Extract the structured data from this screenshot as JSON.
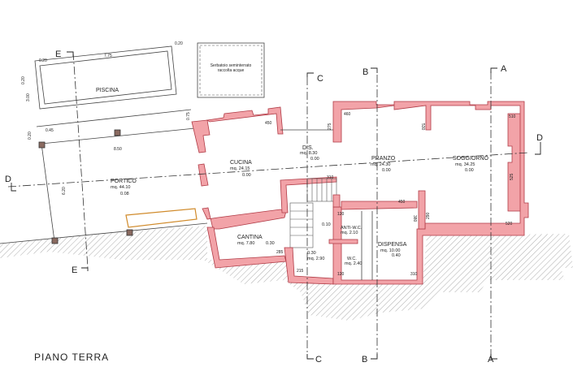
{
  "title": "PIANO TERRA",
  "tank_label": [
    "Serbatoio seminterrato",
    "raccolta acque"
  ],
  "rooms": [
    {
      "name": "PISCINA",
      "area": "",
      "level": ""
    },
    {
      "name": "PORTICO",
      "area": "mq. 44.10",
      "level": "0.08"
    },
    {
      "name": "CUCINA",
      "area": "mq. 24.15",
      "level": "0.00"
    },
    {
      "name": "DIS.",
      "area": "mq. 8.30",
      "level": "0.00"
    },
    {
      "name": "PRANZO",
      "area": "mq. 24.30",
      "level": "0.00"
    },
    {
      "name": "SOGGIORNO",
      "area": "mq. 34.25",
      "level": "0.00"
    },
    {
      "name": "CANTINA",
      "area": "mq. 7.80",
      "level": "0.30"
    },
    {
      "name": "ANTI-W.C.",
      "area": "mq. 2.10",
      "level": ""
    },
    {
      "name": "W.C.",
      "area": "mq. 2.40",
      "level": ""
    },
    {
      "name": "DISPENSA",
      "area": "mq. 10.00",
      "level": "0.40"
    },
    {
      "name": "",
      "area": "mq. 2.90",
      "level": "0.30"
    },
    {
      "name": "",
      "area": "",
      "level": "0.10"
    }
  ],
  "dimensions": [
    "7.75",
    "0.20",
    "0.20",
    "3.00",
    "0.20",
    "0.45",
    "0.20",
    "0.75",
    "8.50",
    "6.20",
    "450",
    "460",
    "530",
    "510",
    "310",
    "450",
    "380",
    "290",
    "520",
    "310",
    "120",
    "120",
    "215",
    "285",
    "275",
    "525"
  ],
  "sections": [
    "A",
    "A",
    "B",
    "B",
    "C",
    "C",
    "D",
    "D",
    "E",
    "E"
  ],
  "colors": {
    "wall": "#f2a3a8",
    "wall_outline": "#b03a45",
    "stair_railing": "#d08a2a"
  }
}
